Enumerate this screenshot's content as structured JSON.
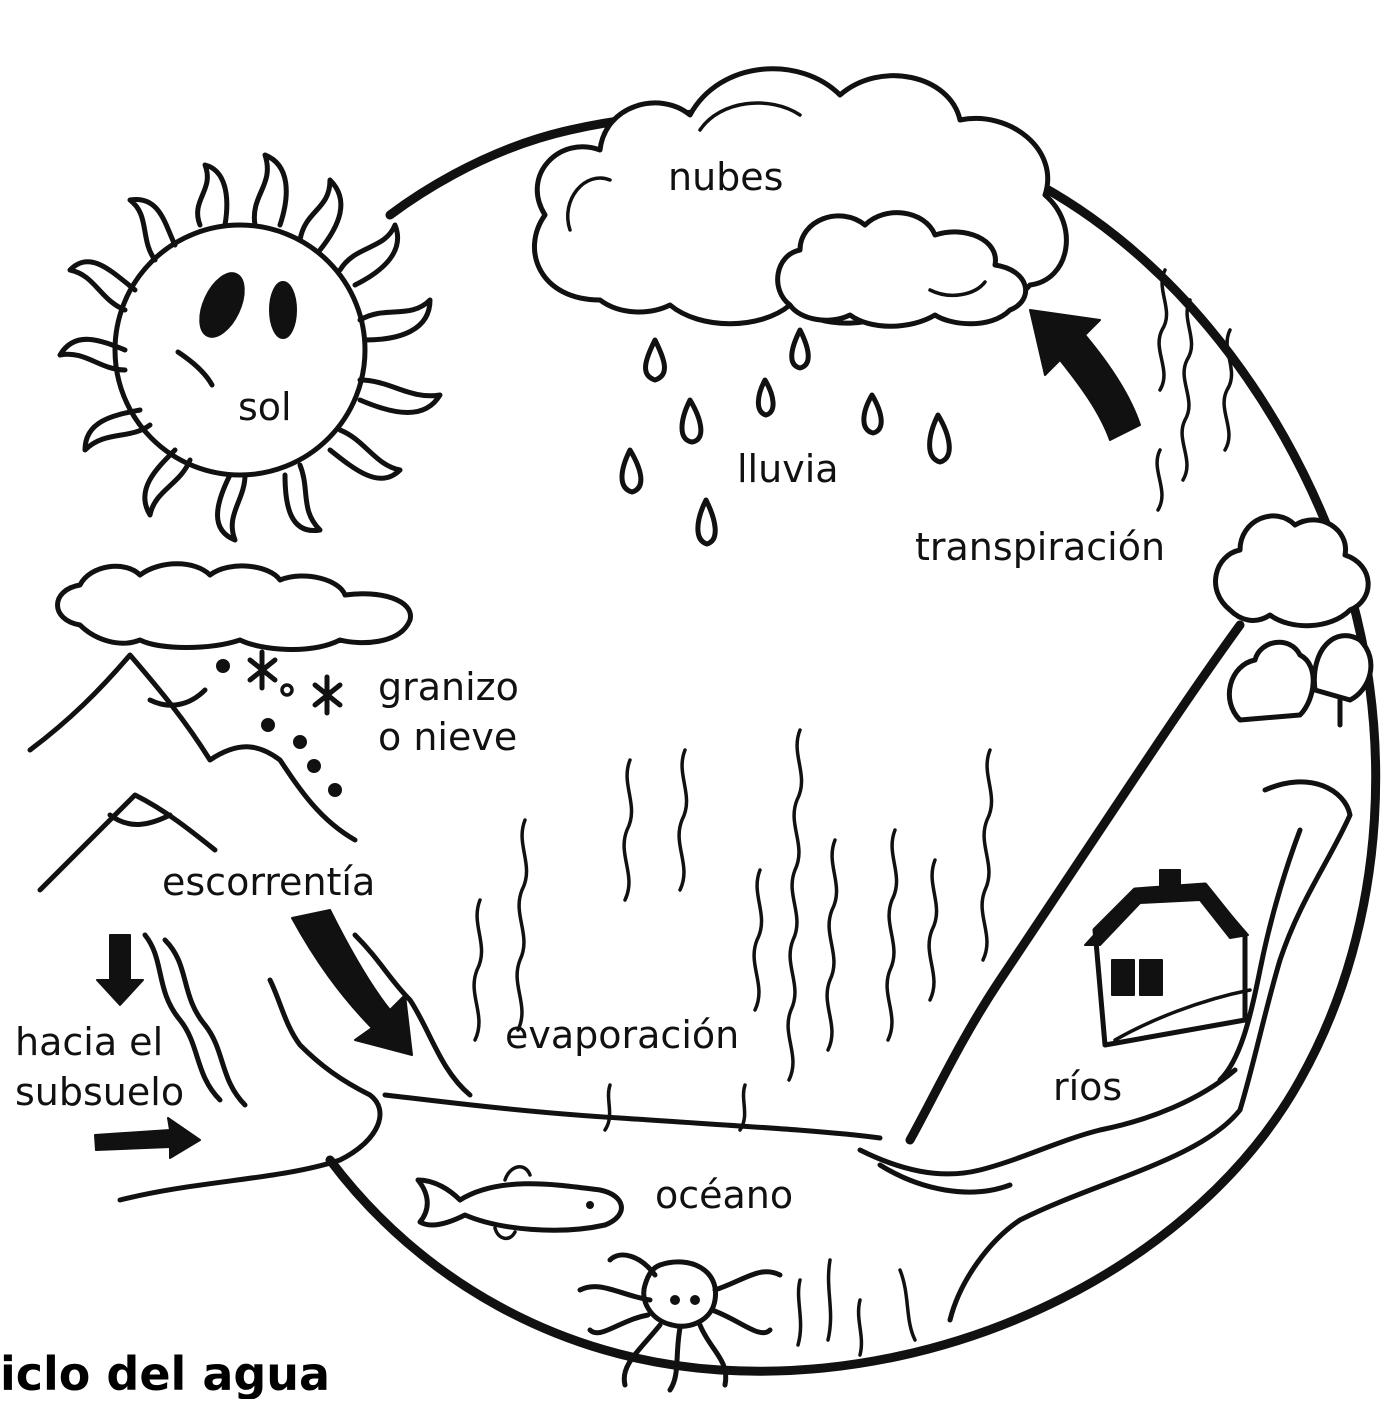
{
  "title": "iclo del agua",
  "labels": {
    "clouds": "nubes",
    "rain": "lluvia",
    "sun": "sol",
    "transpiration": "transpiración",
    "hail_or_snow_line1": "granizo",
    "hail_or_snow_line2": "o nieve",
    "runoff": "escorrentía",
    "underground_line1": "hacia el",
    "underground_line2": "subsuelo",
    "evaporation": "evaporación",
    "rivers": "ríos",
    "ocean": "océano"
  },
  "colors": {
    "ink": "#111111",
    "paper": "#ffffff"
  }
}
